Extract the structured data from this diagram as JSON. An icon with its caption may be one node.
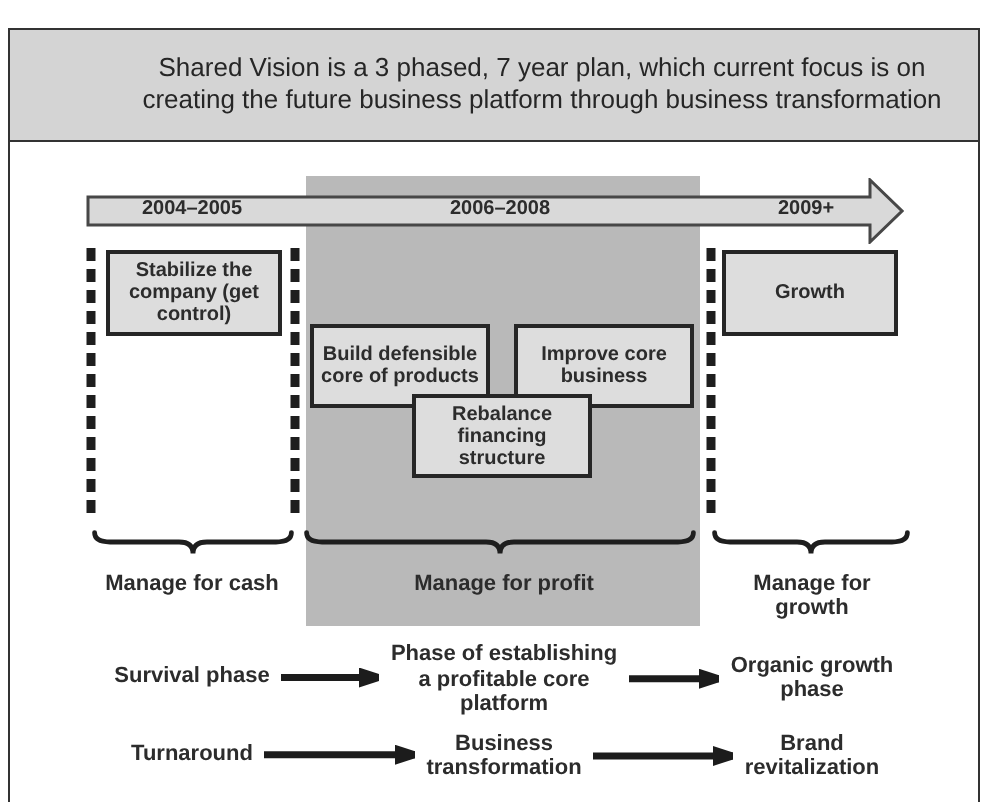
{
  "diagram": {
    "title": "Shared Vision is a 3 phased, 7 year plan, which current focus is on creating the future business platform through business transformation",
    "nodes": [
      {
        "text": [
          "2004–2005",
          "2006–2008",
          "2009+"
        ]
      },
      {
        "text": [
          "Stabilize the company (get control)"
        ]
      },
      {
        "text": [
          "Manage for profit"
        ]
      },
      {
        "text": [
          "Build defensible core of products"
        ],
        "in": 2
      },
      {
        "text": [
          "Improve core business"
        ],
        "in": 2
      },
      {
        "text": [
          "Rebalance financing structure"
        ],
        "in": 2
      },
      {
        "text": [
          "Growth"
        ]
      },
      {
        "text": [
          "Survival phase"
        ]
      },
      {
        "text": [
          "Phase of establishing a profitable core platform"
        ]
      },
      {
        "text": [
          "Organic growth phase"
        ]
      },
      {
        "text": [
          "Turnaround"
        ]
      },
      {
        "text": [
          "Business transformation"
        ]
      },
      {
        "text": [
          "Brand revitalization"
        ]
      }
    ],
    "edges": [
      {
        "from": 7,
        "to": 8,
        "arrow": "to"
      },
      {
        "from": 8,
        "to": 9,
        "arrow": "to"
      },
      {
        "from": 10,
        "to": 11,
        "arrow": "to"
      },
      {
        "from": 11,
        "to": 12,
        "arrow": "to"
      }
    ],
    "labels": [
      "Manage for cash",
      "Manage for growth"
    ]
  }
}
